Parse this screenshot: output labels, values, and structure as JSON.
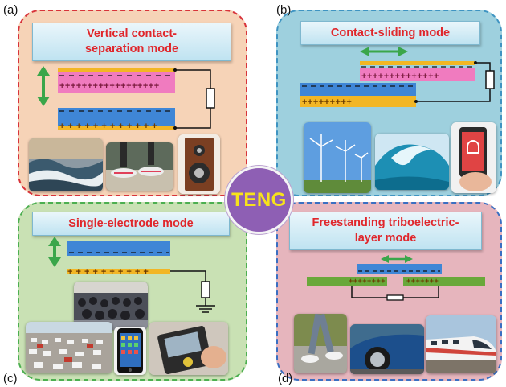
{
  "center_label": "TENG",
  "panels": {
    "a": {
      "tag": "(a)",
      "title": "Vertical contact-separation mode",
      "charges_top": "++++++++++++++++++",
      "charges_bottom": "+ + + + + + + + + + + +"
    },
    "b": {
      "tag": "(b)",
      "title": "Contact-sliding mode",
      "charges_top": "++++++++++++++",
      "charges_bottom": "+++++++++"
    },
    "c": {
      "tag": "(c)",
      "title": "Single-electrode mode",
      "charges_bottom": "+ + + + + + + + + +"
    },
    "d": {
      "tag": "(d)",
      "title": "Freestanding triboelectric-layer mode",
      "charges_left": "+++++++++",
      "charges_right": "+++++++"
    }
  },
  "colors": {
    "panel_a_bg": "#f6d3b7",
    "panel_a_border": "#d8333a",
    "panel_b_bg": "#9ed0de",
    "panel_b_border": "#3f94c2",
    "panel_c_bg": "#c9e1b4",
    "panel_c_border": "#4caf50",
    "panel_d_bg": "#e6b5bd",
    "panel_d_border": "#3a6fc2",
    "title_text": "#e0262b",
    "pink_layer": "#f07bbf",
    "blue_layer": "#3f86d6",
    "gold_electrode": "#f2b625",
    "green_layer": "#69a83a",
    "arrow_green": "#3aa64a",
    "center_fill": "#8e5fb4",
    "center_text": "#f7e21b"
  }
}
